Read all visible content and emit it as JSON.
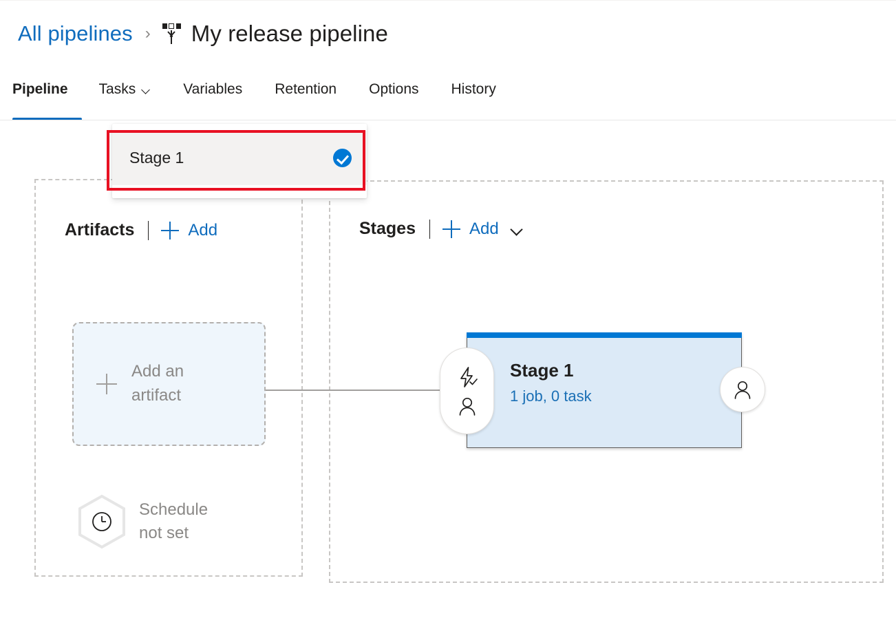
{
  "header": {
    "breadcrumb_link": "All pipelines",
    "breadcrumb_separator": "›",
    "pipeline_icon": "release-pipeline-icon",
    "title": "My release pipeline"
  },
  "tabs": [
    {
      "label": "Pipeline",
      "active": true
    },
    {
      "label": "Tasks",
      "active": false,
      "caret": true
    },
    {
      "label": "Variables",
      "active": false
    },
    {
      "label": "Retention",
      "active": false
    },
    {
      "label": "Options",
      "active": false
    },
    {
      "label": "History",
      "active": false
    }
  ],
  "tasks_dropdown": {
    "items": [
      {
        "label": "Stage 1",
        "selected": true,
        "icon": "check-circle-icon"
      }
    ]
  },
  "annotation": {
    "type": "red-highlight-rectangle",
    "color": "#e81123"
  },
  "artifacts": {
    "title": "Artifacts",
    "add_label": "Add",
    "add_icon": "plus-icon",
    "card": {
      "label": "Add an\nartifact",
      "label_line1": "Add an",
      "label_line2": "artifact",
      "icon": "plus-icon"
    },
    "schedule": {
      "icon": "clock-icon",
      "label_line1": "Schedule",
      "label_line2": "not set"
    }
  },
  "stages": {
    "title": "Stages",
    "add_label": "Add",
    "add_icon": "plus-icon",
    "add_caret_icon": "chevron-down-icon",
    "items": [
      {
        "name": "Stage 1",
        "meta": "1 job, 0 task",
        "pre_deployment_icons": [
          "lightning-bolt-check-icon",
          "person-icon"
        ],
        "post_deployment_icon": "person-icon"
      }
    ]
  },
  "colors": {
    "accent": "#0078d4",
    "link": "#0f6cbd",
    "stage_fill": "#dceaf7",
    "artifact_fill": "#eff6fc",
    "highlight": "#e81123",
    "dashed_border": "#c8c6c4"
  }
}
